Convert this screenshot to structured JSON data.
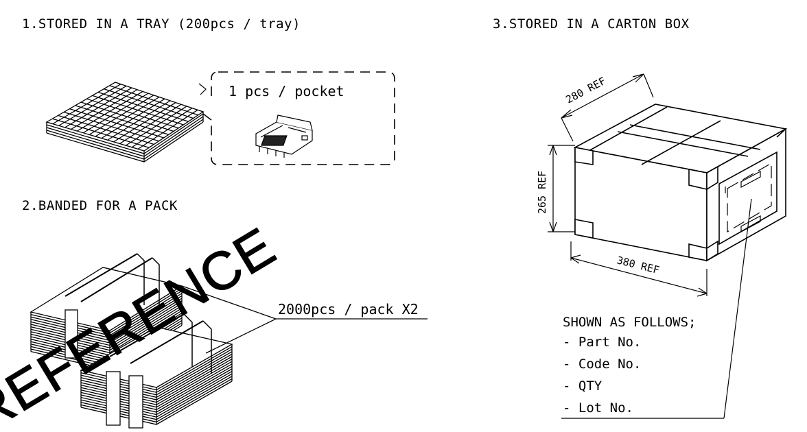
{
  "sections": {
    "tray": {
      "heading": "1.STORED IN A TRAY (200pcs / tray)",
      "pocket_label": "1 pcs / pocket"
    },
    "pack": {
      "heading": "2.BANDED FOR A PACK",
      "callout": "2000pcs / pack X2"
    },
    "carton": {
      "heading": "3.STORED IN A CARTON BOX",
      "dim_width": "280 REF",
      "dim_height": "265 REF",
      "dim_length": "380 REF",
      "label_title": "SHOWN AS FOLLOWS;",
      "label_items": [
        "- Part No.",
        "- Code No.",
        "- QTY",
        "- Lot No."
      ]
    }
  },
  "watermark": "REFERENCE",
  "colors": {
    "line": "#000000",
    "background": "#ffffff"
  }
}
